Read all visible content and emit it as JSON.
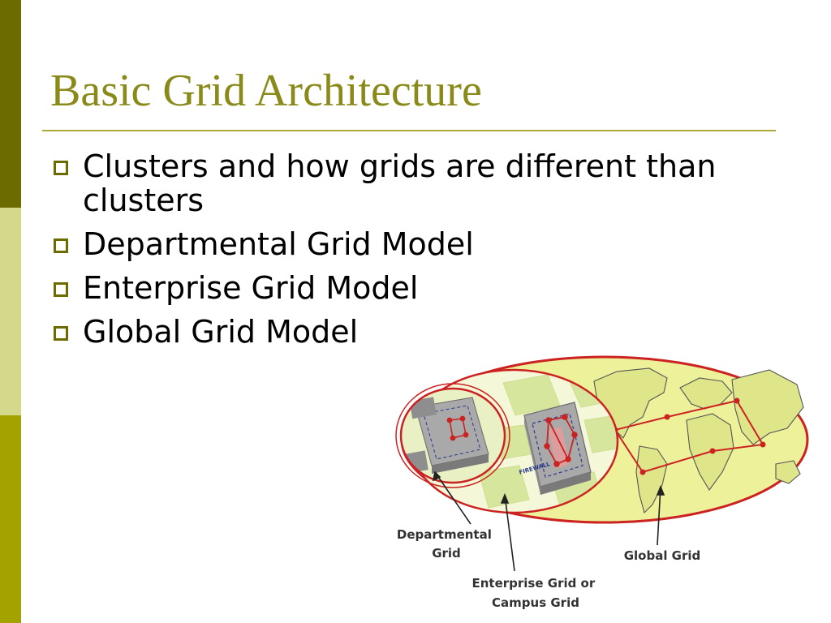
{
  "slide": {
    "title": "Basic Grid Architecture",
    "bullets": [
      "Clusters and how grids are different than clusters",
      "Departmental Grid Model",
      "Enterprise Grid Model",
      "Global Grid Model"
    ]
  },
  "figure": {
    "labels": {
      "departmental_line1": "Departmental",
      "departmental_line2": "Grid",
      "enterprise_line1": "Enterprise Grid or",
      "enterprise_line2": "Campus Grid",
      "global": "Global Grid",
      "firewall": "FIREWALL"
    },
    "colors": {
      "ellipse_fill": "#ecf19a",
      "ring": "#cc2222",
      "street": "#f4f7d8",
      "building": "#a9a9a9"
    }
  }
}
